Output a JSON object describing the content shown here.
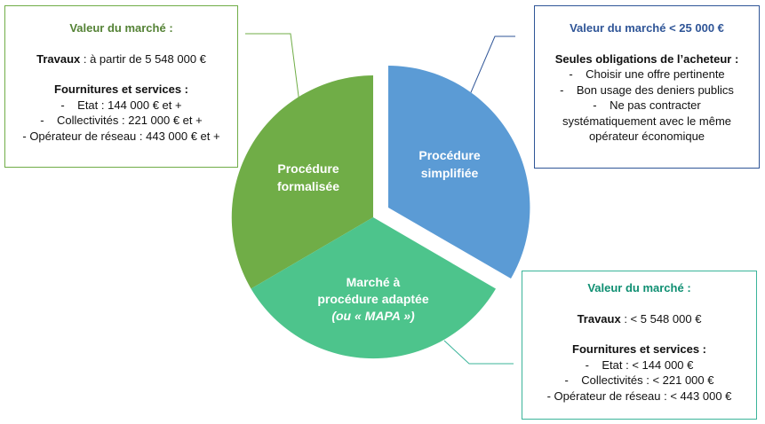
{
  "colors": {
    "formalisee": "#70ad47",
    "simplifiee": "#5b9bd5",
    "mapa": "#4dc48c",
    "formalisee_title": "#548235",
    "simplifiee_title": "#2f5597",
    "mapa_title": "#0f8f72"
  },
  "slices": {
    "formalisee": {
      "line1": "Procédure",
      "line2": "formalisée"
    },
    "simplifiee": {
      "line1": "Procédure",
      "line2": "simplifiée"
    },
    "mapa": {
      "line1": "Marché à",
      "line2": "procédure adaptée",
      "line3": "(ou « MAPA »)"
    }
  },
  "box_formalisee": {
    "title": "Valeur du marché :",
    "travaux_label": "Travaux",
    "travaux_value": " : à partir de 5 548 000 €",
    "fournitures_label": "Fournitures et services :",
    "items": [
      "-    Etat : 144 000 € et +",
      "-    Collectivités : 221 000 € et +",
      "- Opérateur de réseau : 443 000 € et +"
    ]
  },
  "box_simplifiee": {
    "title": "Valeur du marché < 25 000 €",
    "subtitle": "Seules obligations de l’acheteur :",
    "items": [
      "-    Choisir une offre pertinente",
      "-    Bon usage des deniers publics",
      "-    Ne pas contracter",
      "systématiquement avec le même",
      "opérateur économique"
    ]
  },
  "box_mapa": {
    "title": "Valeur du marché :",
    "travaux_label": "Travaux",
    "travaux_value": " : < 5 548 000 €",
    "fournitures_label": "Fournitures et services :",
    "items": [
      "-    Etat : < 144 000 €",
      "-    Collectivités : < 221 000 €",
      "- Opérateur de réseau : < 443 000 €"
    ]
  }
}
